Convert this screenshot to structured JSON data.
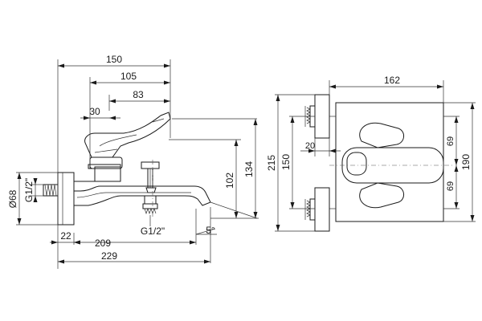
{
  "side_view": {
    "dims": {
      "width_150": "150",
      "spout_105": "105",
      "handle_83": "83",
      "handle_30": "30",
      "height_134": "134",
      "height_102": "102",
      "diameter_68": "Ø68",
      "thread_left": "G1/2\"",
      "thread_bottom": "G1/2\"",
      "offset_22": "22",
      "length_209": "209",
      "length_229": "229",
      "angle_5": "5°"
    }
  },
  "front_view": {
    "dims": {
      "width_162": "162",
      "height_215": "215",
      "height_190": "190",
      "center_150": "150",
      "offset_20": "20",
      "center_69_top": "69",
      "center_69_bottom": "69"
    }
  }
}
